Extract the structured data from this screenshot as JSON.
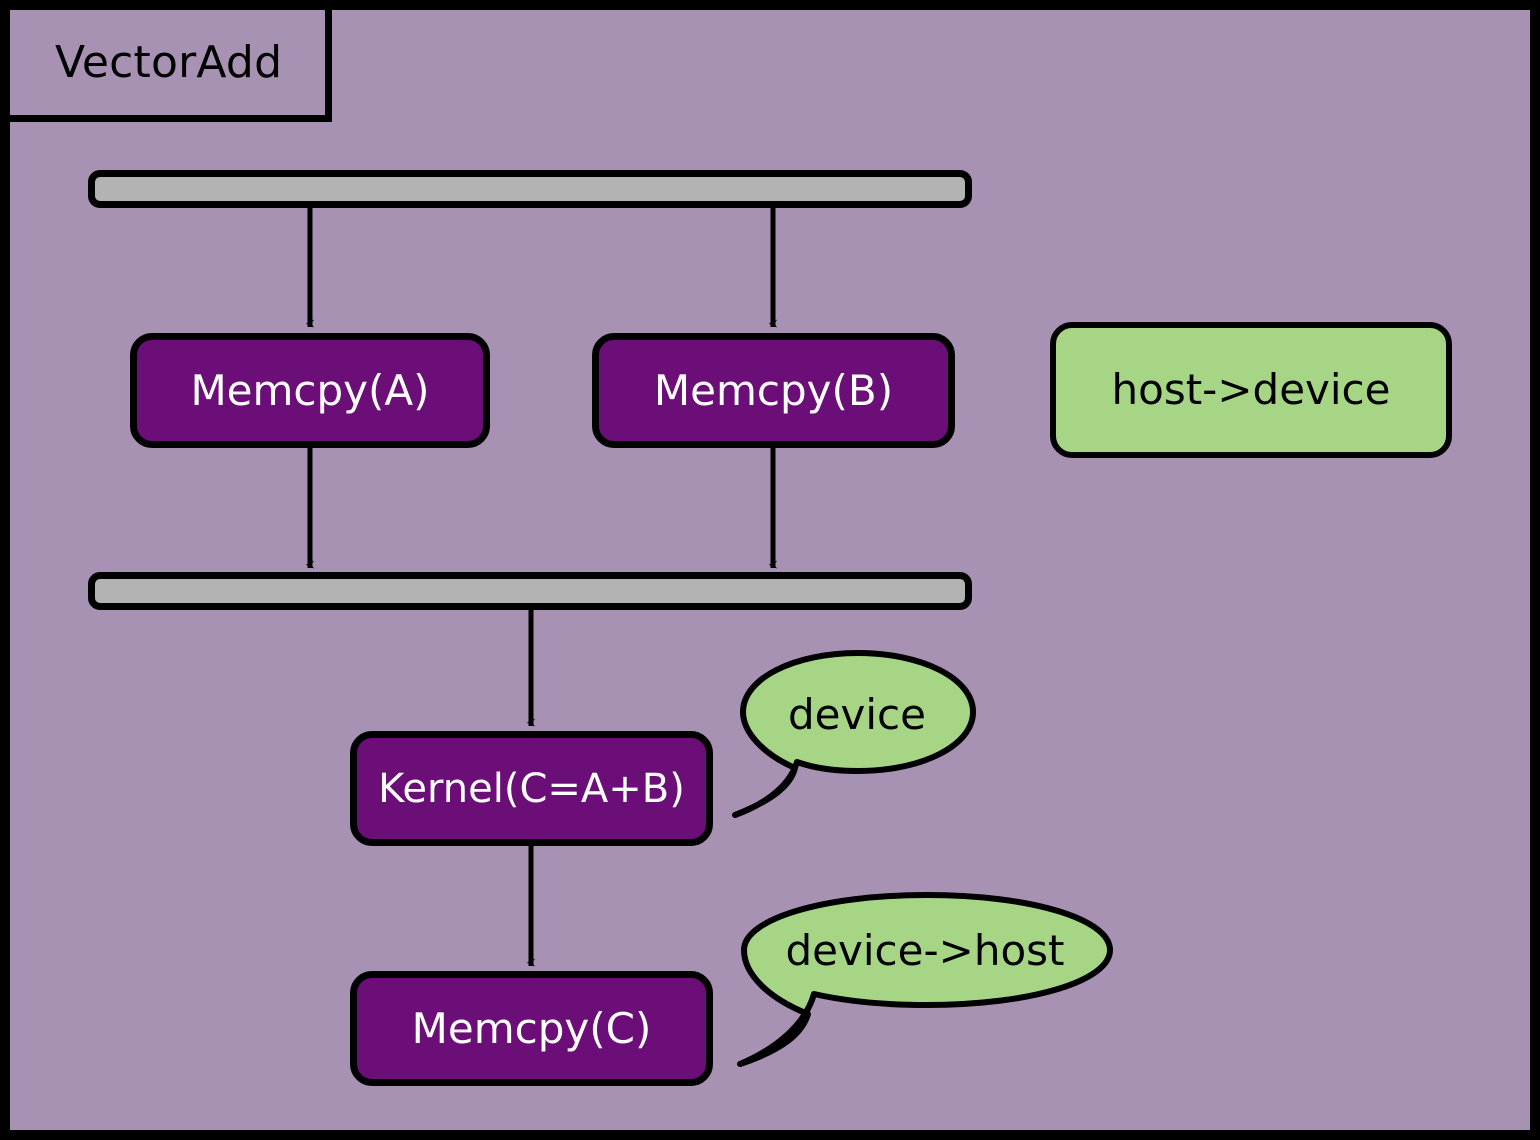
{
  "diagram": {
    "type": "flowchart",
    "cluster_title": "VectorAdd",
    "background_color": "#a892b4",
    "frame_color": "#000000",
    "process_fill": "#6b0e78",
    "process_text_color": "#ffffff",
    "note_fill": "#a6d585",
    "sync_bar_fill": "#b3b3b3"
  },
  "nodes": {
    "sync_bar_top": {
      "label": "",
      "shape": "bar"
    },
    "memcpy_a": {
      "label": "Memcpy(A)",
      "shape": "rounded-box"
    },
    "memcpy_b": {
      "label": "Memcpy(B)",
      "shape": "rounded-box"
    },
    "sync_bar_mid": {
      "label": "",
      "shape": "bar"
    },
    "kernel": {
      "label": "Kernel(C=A+B)",
      "shape": "rounded-box"
    },
    "memcpy_c": {
      "label": "Memcpy(C)",
      "shape": "rounded-box"
    }
  },
  "notes": {
    "host_to_device": {
      "label": "host->device",
      "shape": "rounded-box"
    },
    "device": {
      "label": "device",
      "shape": "speech-bubble"
    },
    "device_to_host": {
      "label": "device->host",
      "shape": "speech-bubble"
    }
  },
  "edges": [
    {
      "from": "sync_bar_top",
      "to": "memcpy_a",
      "arrow": "normal"
    },
    {
      "from": "sync_bar_top",
      "to": "memcpy_b",
      "arrow": "normal"
    },
    {
      "from": "memcpy_a",
      "to": "sync_bar_mid",
      "arrow": "normal"
    },
    {
      "from": "memcpy_b",
      "to": "sync_bar_mid",
      "arrow": "normal"
    },
    {
      "from": "sync_bar_mid",
      "to": "kernel",
      "arrow": "normal"
    },
    {
      "from": "kernel",
      "to": "memcpy_c",
      "arrow": "normal"
    }
  ]
}
